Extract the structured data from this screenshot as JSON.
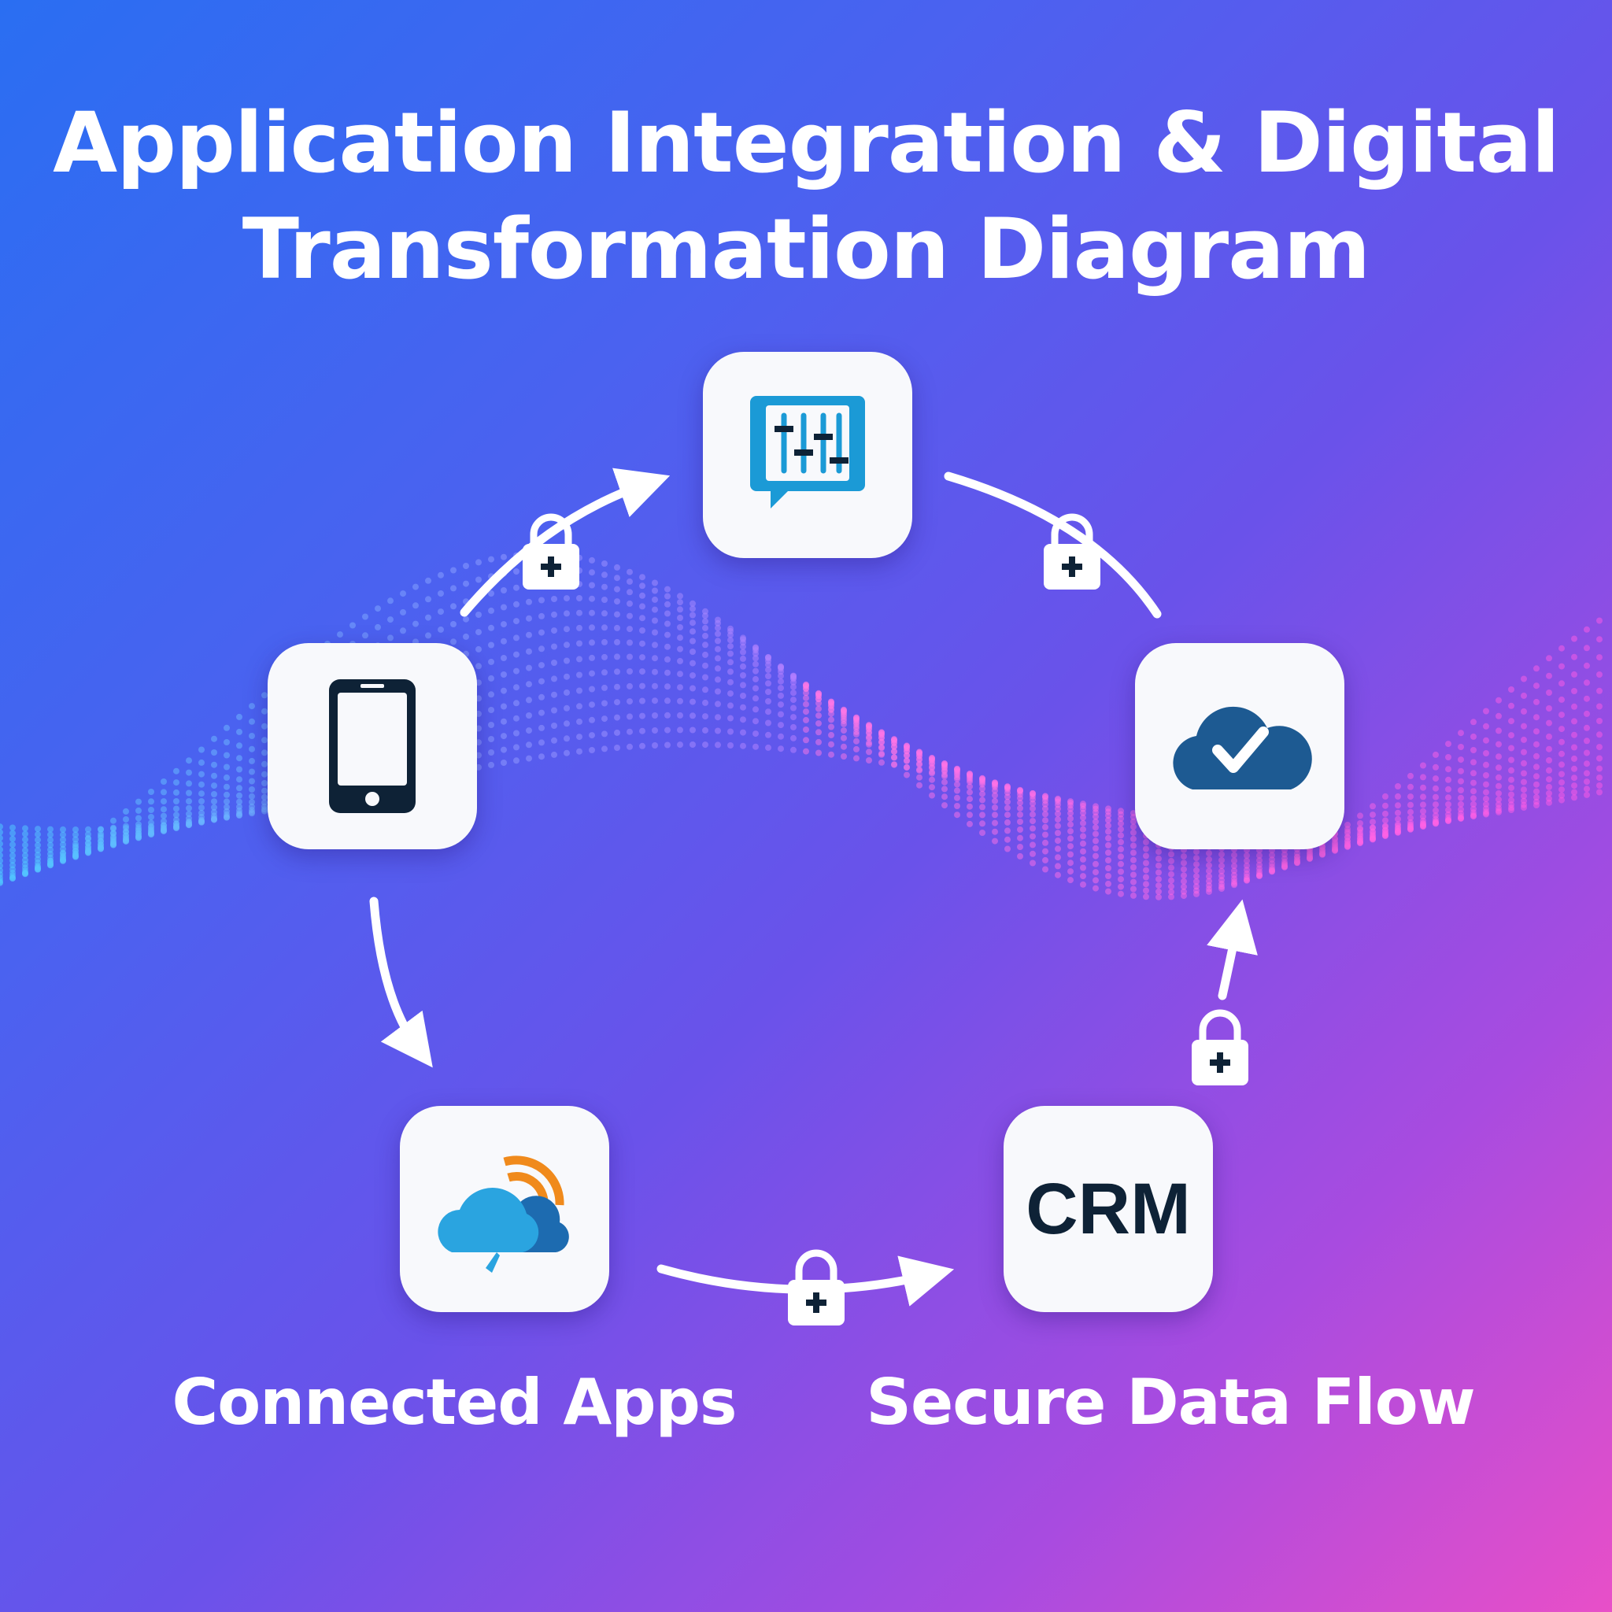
{
  "title": {
    "line1": "Application Integration & Digital",
    "line2": "Transformation Diagram"
  },
  "nodes": {
    "top": {
      "icon": "dashboard-chat-icon"
    },
    "left": {
      "icon": "smartphone-icon"
    },
    "right": {
      "icon": "cloud-check-icon"
    },
    "bottom_left": {
      "icon": "cloud-signal-icon"
    },
    "bottom_right": {
      "text": "CRM"
    }
  },
  "labels": {
    "connected_apps": "Connected Apps",
    "secure_data_flow": "Secure Data Flow"
  },
  "colors": {
    "bg_start": "#2a6ef2",
    "bg_mid": "#6a52ea",
    "bg_end": "#e84fc8",
    "icon_blue": "#1b9ad6",
    "icon_navy": "#0e2236",
    "cloud_dark": "#1d5a92",
    "orange": "#f08a1c"
  }
}
